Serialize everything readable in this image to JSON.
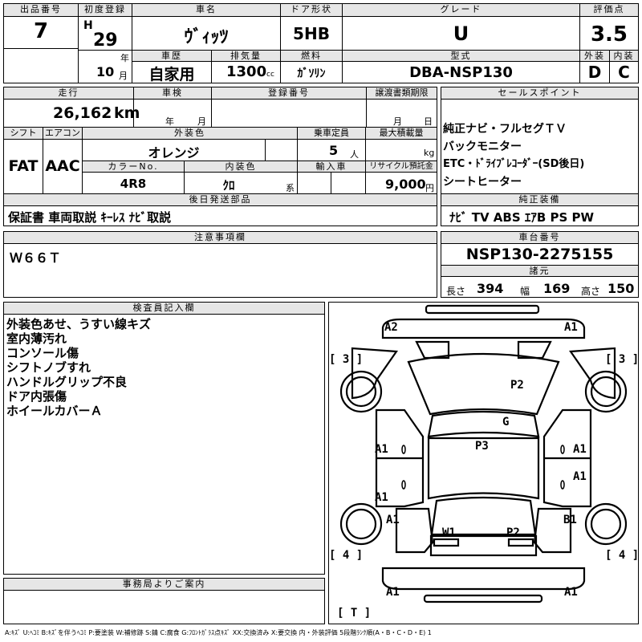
{
  "sheet": {
    "lot_no_label": "出品番号",
    "lot_no": "7",
    "first_reg_label": "初度登録",
    "era": "H",
    "year": "29",
    "year_unit": "年",
    "month": "10",
    "month_unit": "月",
    "car_name_label": "車名",
    "car_name": "ｳﾞｨｯﾂ",
    "door_label": "ドア形状",
    "door": "5HB",
    "grade_label": "グレード",
    "grade": "U",
    "score_label": "評価点",
    "score": "3.5",
    "history_label": "車歴",
    "history": "自家用",
    "displacement_label": "排気量",
    "displacement": "1300",
    "displacement_unit": "cc",
    "fuel_label": "燃料",
    "fuel": "ｶﾞｿﾘﾝ",
    "model_label": "型式",
    "model": "DBA-NSP130",
    "exterior_label": "外装",
    "exterior": "D",
    "interior_label": "内装",
    "interior": "C"
  },
  "row2": {
    "mileage_label": "走行",
    "mileage": "26,162",
    "mileage_unit": "km",
    "inspection_label": "車検",
    "year_unit": "年",
    "month_unit": "月",
    "reg_no_label": "登録番号",
    "transfer_label": "譲渡書類期限",
    "t_month": "月",
    "t_day": "日",
    "shift_label": "シフト",
    "shift": "FAT",
    "ac_label": "エアコン",
    "ac": "AAC",
    "ext_color_label": "外装色",
    "ext_color": "オレンジ",
    "capacity_label": "乗車定員",
    "capacity": "5",
    "capacity_unit": "人",
    "max_load_label": "最大積載量",
    "max_load_unit": "kg",
    "color_no_label": "カラーNo.",
    "color_no": "4R8",
    "int_color_label": "内装色",
    "int_color": "ｸﾛ",
    "int_color_unit": "系",
    "import_label": "輸入車",
    "recycle_label": "リサイクル預託金",
    "recycle": "9,000",
    "recycle_unit": "円",
    "sales_label": "セールスポイント",
    "sales_points": [
      "純正ナビ・フルセグＴＶ",
      "バックモニター",
      "ETC・ﾄﾞﾗｲﾌﾞﾚｺｰﾀﾞｰ(SD後日)",
      "シートヒーター"
    ],
    "later_label": "後日発送部品",
    "later_parts": "保証書 車両取説 ｷｰﾚｽ ﾅﾋﾞ取説",
    "equip_label": "純正装備",
    "equipment": "ﾅﾋﾞ TV ABS ｴｱB PS PW"
  },
  "caution": {
    "label": "注意事項欄",
    "text": "Ｗ６６Ｔ"
  },
  "chassis": {
    "label": "車台番号",
    "number": "NSP130-2275155",
    "spec_label": "諸元",
    "length_label": "長さ",
    "length": "394",
    "width_label": "幅",
    "width": "169",
    "height_label": "高さ",
    "height": "150"
  },
  "inspector": {
    "label": "検査員記入欄",
    "notes": [
      "外装色あせ、うすい線キズ",
      "室内薄汚れ",
      "コンソール傷",
      "シフトノブすれ",
      "ハンドルグリップ不良",
      "ドア内張傷",
      "ホイールカバーＡ"
    ]
  },
  "office": {
    "label": "事務局よりご案内"
  },
  "diagram_marks": {
    "a2_front_left": "A2",
    "a1_front_right": "A1",
    "bracket3_left": "[ 3 ]",
    "bracket3_right": "[ 3 ]",
    "p2_hood": "P2",
    "g_windshield": "G",
    "p3_roof": "P3",
    "a1_left_front_door": "A1",
    "a1_right_front_door": "A1",
    "a1_right_mid": "A1",
    "a1_left_rear_door": "A1",
    "a1_left_rear_wheel": "A1",
    "b1_right_rear_wheel": "B1",
    "w1_rear_left": "W1",
    "p2_rear": "P2",
    "bracket4_left": "[ 4 ]",
    "bracket4_right": "[ 4 ]",
    "a1_rear_left": "A1",
    "a1_rear_right": "A1",
    "bracket_t": "[ T ]"
  },
  "legend": "A:ｷｽﾞ U:ﾍｺﾐ B:ｷｽﾞを伴うﾍｺﾐ P:要塗装 W:補修跡 S:錆 C:腐食 G:ﾌﾛﾝﾄｶﾞﾗｽ点ｷｽﾞ XX:交換済み X:要交換 内・外装評価 5段階ﾗﾝｸ順(A・B・C・D・E) 1"
}
